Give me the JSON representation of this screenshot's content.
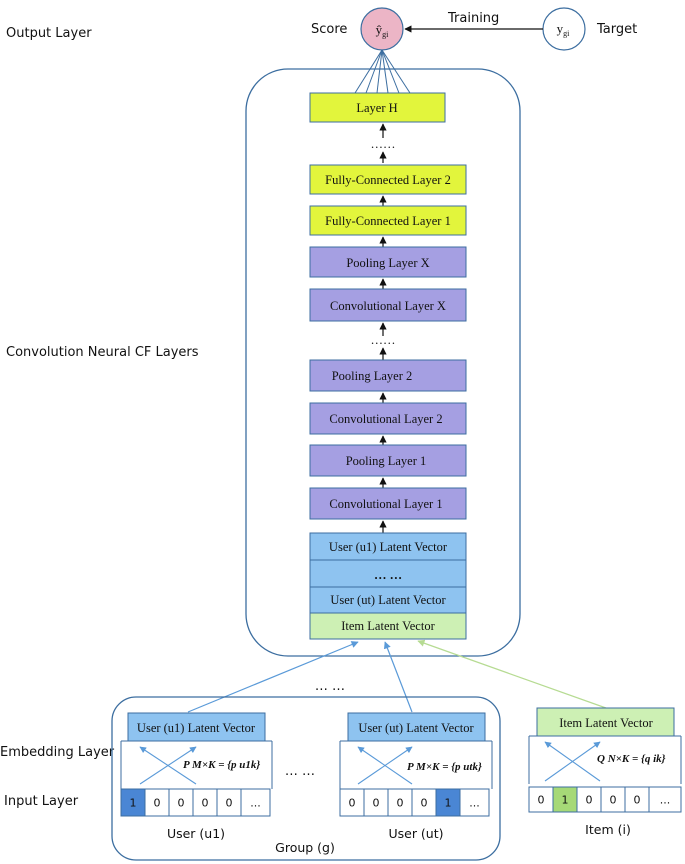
{
  "labels": {
    "output_layer": "Output Layer",
    "cnn_layers": "Convolution Neural CF Layers",
    "embedding_layer": "Embedding Layer",
    "input_layer": "Input Layer",
    "score": "Score",
    "target": "Target",
    "training": "Training"
  },
  "nodes": {
    "score_symbol": "ŷ",
    "score_sub": "gi",
    "target_symbol": "y",
    "target_sub": "gi"
  },
  "stack": {
    "layer_h": "Layer H",
    "dots_1": "……",
    "fc2": "Fully-Connected Layer 2",
    "fc1": "Fully-Connected Layer 1",
    "pool_x": "Pooling Layer X",
    "conv_x": "Convolutional Layer X",
    "dots_2": "……",
    "pool_2": "Pooling Layer 2",
    "conv_2": "Convolutional Layer 2",
    "pool_1": "Pooling Layer 1",
    "conv_1": "Convolutional Layer 1",
    "user1_latent": "User (u1) Latent Vector",
    "dots_3": "… …",
    "usert_latent": "User (ut) Latent Vector",
    "item_latent": "Item Latent Vector"
  },
  "embedding": {
    "mid_dots": "… …",
    "user1_vec": "User (u1) Latent Vector",
    "usert_vec": "User (ut) Latent Vector",
    "item_vec": "Item Latent Vector",
    "between_dots": "… …",
    "p_formula_1": "P M×K = {p u1k}",
    "p_formula_t": "P M×K = {p utk}",
    "q_formula": "Q N×K = {q ik}"
  },
  "inputs": {
    "user1_cells": [
      "1",
      "0",
      "0",
      "0",
      "0",
      "..."
    ],
    "usert_cells": [
      "0",
      "0",
      "0",
      "0",
      "1",
      "..."
    ],
    "item_cells": [
      "0",
      "1",
      "0",
      "0",
      "0",
      "..."
    ],
    "user1_label": "User (u1)",
    "usert_label": "User (ut)",
    "item_label": "Item (i)",
    "group_label": "Group (g)"
  },
  "colors": {
    "yellow": "#e2f53c",
    "purple": "#a59fe2",
    "blue": "#8ec3f0",
    "green": "#cdf0b4",
    "score_fill": "#ecb5c6",
    "active_user": "#4a86d4",
    "active_item": "#a6d977",
    "arrow_blue": "#5a9ad8",
    "arrow_green": "#b6db92",
    "outline": "#3c6ea0"
  }
}
